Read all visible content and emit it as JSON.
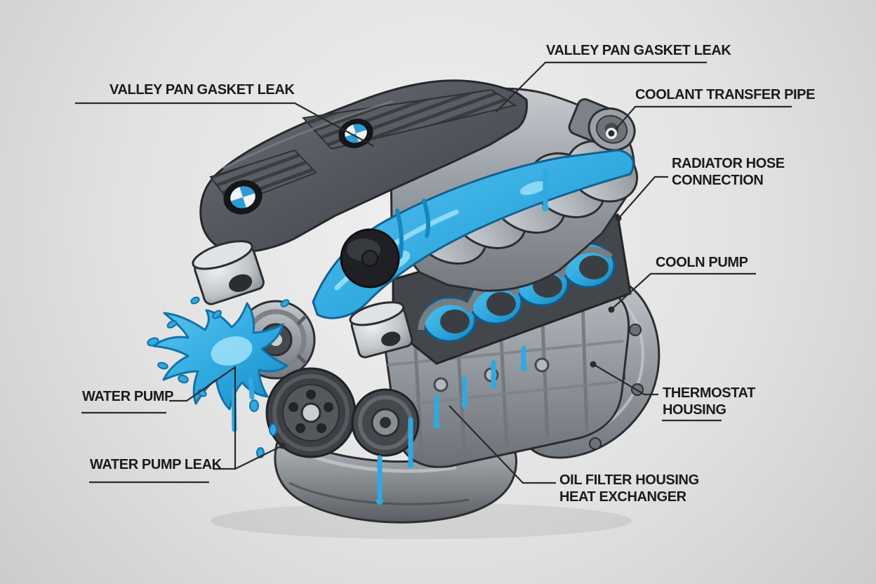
{
  "meta": {
    "title": "BMW engine coolant system leak points diagram",
    "brand": "BMW"
  },
  "colors": {
    "coolant": "#2fa9e0",
    "coolant_light": "#8fdcf7",
    "coolant_dark": "#1577ab",
    "label_text": "#1b1b1b",
    "leader_line": "#2b2b2b",
    "bmw_roundel_blue": "#2f9bd6",
    "background": "#e2e2e2"
  },
  "labels": {
    "valley_pan_gasket_leak_left": {
      "text": "VALLEY PAN GASKET LEAK"
    },
    "valley_pan_gasket_leak_top": {
      "text": "VALLEY PAN GASKET LEAK"
    },
    "coolant_transfer_pipe": {
      "text": "COOLANT TRANSFER PIPE"
    },
    "radiator_hose_connection": {
      "line1": "RADIATOR HOSE",
      "line2": "CONNECTION"
    },
    "cooln_pump": {
      "text": "COOLN PUMP"
    },
    "thermostat_housing": {
      "line1": "THERMOSTAT",
      "line2": "HOUSING"
    },
    "water_pump": {
      "text": "WATER PUMP"
    },
    "water_pump_leak": {
      "text": "WATER PUMP LEAK"
    },
    "oil_filter_housing_heat_exchanger": {
      "line1": "OIL FILTER HOUSING",
      "line2": "HEAT EXCHANGER"
    }
  },
  "illustration": {
    "subject": "V-engine cutaway with coolant highlighted",
    "parts": [
      "engine-cover",
      "bmw-roundel",
      "intake-manifold",
      "coolant-valley",
      "cylinder-bank-cutaway",
      "engine-block",
      "bell-housing",
      "oil-pan",
      "alternator",
      "crank-pulley",
      "ac-compressor-pulley",
      "pistons",
      "oil-filter-housing",
      "water-pump-splash",
      "coolant-drips"
    ]
  }
}
